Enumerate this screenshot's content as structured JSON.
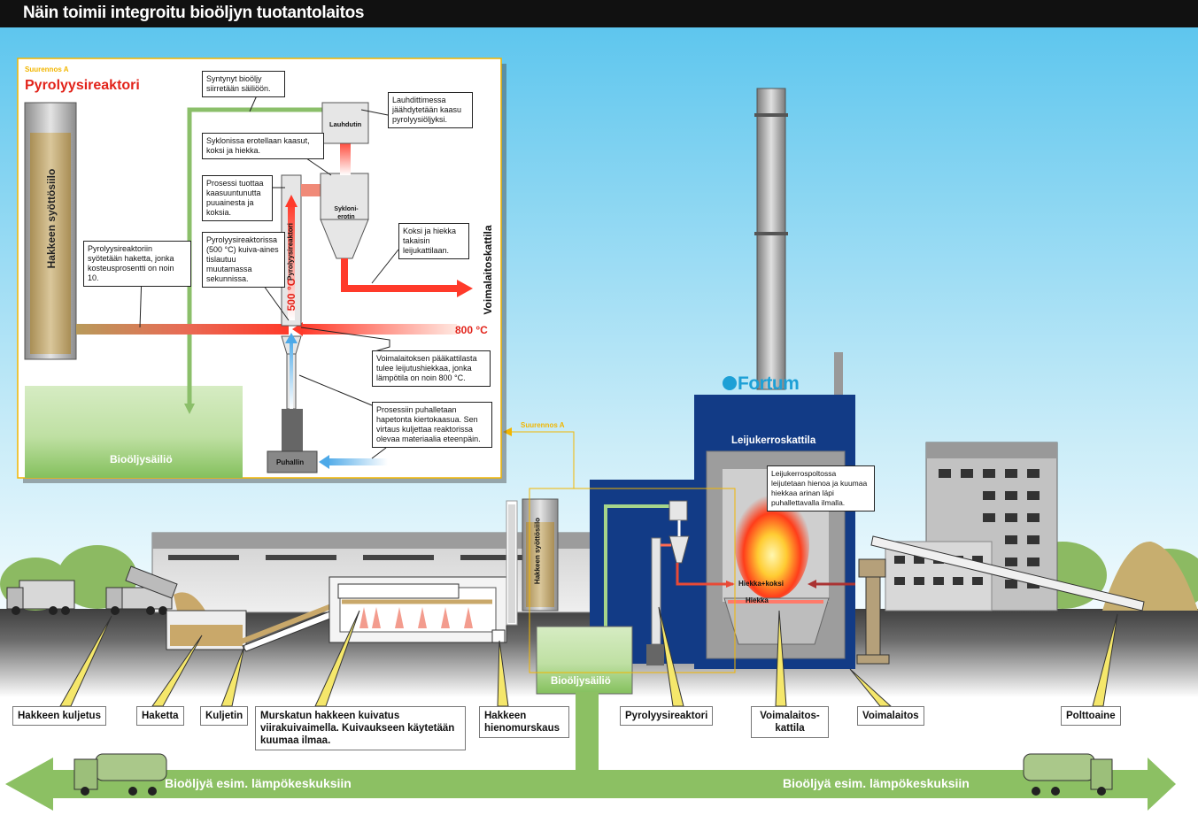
{
  "title": "Näin toimii integroitu bioöljyn tuotantolaitos",
  "inset": {
    "tag": "Suurennos A",
    "heading": "Pyrolyysireaktori",
    "silo_label": "Hakkeen syöttösiilo",
    "tank_label": "Bioöljysäiliö",
    "fan_label": "Puhallin",
    "condenser_label": "Lauhdutin",
    "cyclone_label": "Sykloni-erotin",
    "reactor_label": "Pyrolyysireaktori",
    "temp_reactor": "500 °C",
    "temp_sand": "800 °C",
    "boiler_side_label": "Voimalaitoskattila",
    "notes": {
      "bio_oil_to_tank": "Syntynyt bioöljy siirretään säiliöön.",
      "condenser": "Lauhdittimessa jäähdytetään kaasu pyrolyysiöljyksi.",
      "cyclone": "Syklonissa erotellaan kaasut, koksi ja hiekka.",
      "gas_produced": "Prosessi tuottaa kaasuuntunutta puuainesta ja koksia.",
      "reactor_process": "Pyrolyysireaktorissa (500 °C) kuiva-aines tislautuu muutamassa sekunnissa.",
      "coke_return": "Koksi ja hiekka takaisin leijukattilaan.",
      "feed": "Pyrolyysireaktoriin syötetään haketta, jonka kosteusprosentti on noin 10.",
      "hot_sand": "Voimalaitoksen pääkattilasta tulee leijutushiekkaa, jonka lämpötila on noin 800 °C.",
      "blower": "Prosessiin puhalletaan hapetonta kiertokaasua. Sen virtaus kuljettaa reaktorissa olevaa materiaalia eteenpäin."
    }
  },
  "scene": {
    "zoom_tag": "Suurennos A",
    "brand": "Fortum",
    "boiler_title": "Leijukerroskattila",
    "boiler_note": "Leijukerrospoltossa leijutetaan hienoa ja kuumaa hiekkaa arinan läpi puhallettavalla ilmalla.",
    "hiekka_koksi": "Hiekka+koksi",
    "hiekka": "Hiekka",
    "small_silo_label": "Hakkeen syöttösiilo",
    "small_tank_label": "Bioöljysäiliö"
  },
  "labels": {
    "transport": "Hakkeen kuljetus",
    "chips": "Haketta",
    "conveyor": "Kuljetin",
    "drying": "Murskatun hakkeen kuivatus viirakuivaimella. Kuivaukseen käytetään kuumaa ilmaa.",
    "crushing": "Hakkeen hienomurskaus",
    "reactor": "Pyrolyysireaktori",
    "boiler": "Voimalaitos-kattila",
    "plant": "Voimalaitos",
    "fuel": "Polttoaine"
  },
  "arrows": {
    "left": "Bioöljyä esim. lämpökeskuksiin",
    "right": "Bioöljyä esim. lämpökeskuksiin"
  },
  "colors": {
    "sky_top": "#5ec6ee",
    "ground": "#555555",
    "green_arrow": "#8cc063",
    "boiler_blue": "#123b86",
    "brand": "#1ea0d6",
    "heading_red": "#e2231a",
    "tag_yellow": "#f2b600"
  }
}
